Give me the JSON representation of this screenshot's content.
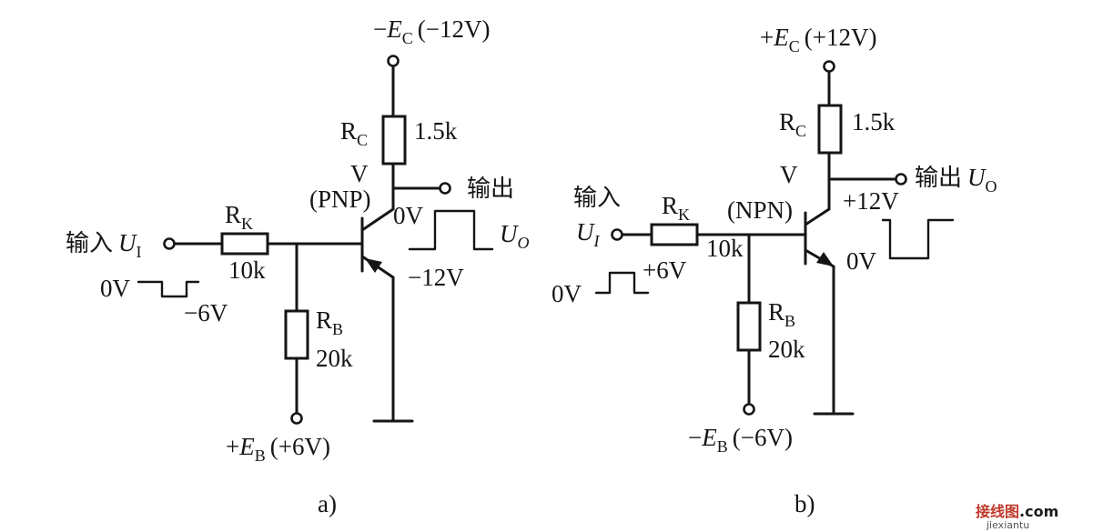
{
  "circuit_a": {
    "supply_top_text": "−",
    "supply_top_E": "E",
    "supply_top_sub": "C",
    "supply_top_value": "(−12V)",
    "rc_name": "R",
    "rc_sub": "C",
    "rc_value": "1.5k",
    "transistor_name": "V",
    "transistor_type": "(PNP)",
    "output_label": "输出",
    "output_low": "0V",
    "output_high": "−12V",
    "output_wave_name": "U",
    "output_wave_sub": "O",
    "input_label": "输入",
    "input_U": "U",
    "input_sub": "I",
    "rk_name": "R",
    "rk_sub": "K",
    "rk_value": "10k",
    "input_wave_high": "0V",
    "input_wave_low": "−6V",
    "rb_name": "R",
    "rb_sub": "B",
    "rb_value": "20k",
    "bias_plus": "+",
    "bias_E": "E",
    "bias_sub": "B",
    "bias_value": "(+6V)",
    "caption": "a)"
  },
  "circuit_b": {
    "supply_top_text": "+",
    "supply_top_E": "E",
    "supply_top_sub": "C",
    "supply_top_value": "(+12V)",
    "rc_name": "R",
    "rc_sub": "C",
    "rc_value": "1.5k",
    "transistor_name": "V",
    "transistor_type": "(NPN)",
    "output_label": "输出",
    "output_U": "U",
    "output_sub": "O",
    "output_high": "+12V",
    "output_low": "0V",
    "input_label": "输入",
    "input_U": "U",
    "input_sub": "I",
    "rk_name": "R",
    "rk_sub": "K",
    "rk_value": "10k",
    "input_wave_high": "+6V",
    "input_wave_low": "0V",
    "rb_name": "R",
    "rb_sub": "B",
    "rb_value": "20k",
    "bias_minus": "−",
    "bias_E": "E",
    "bias_sub": "B",
    "bias_value": "(−6V)",
    "caption": "b)"
  },
  "watermark": {
    "line1": "接线图",
    "line1_suffix": ".com",
    "line2": "jiexiantu"
  }
}
